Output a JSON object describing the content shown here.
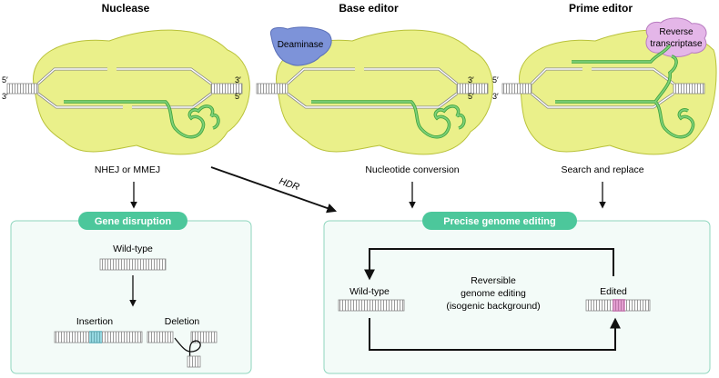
{
  "columns": {
    "nuclease": {
      "title": "Nuclease",
      "caption": "NHEJ or MMEJ"
    },
    "base_editor": {
      "title": "Base editor",
      "caption": "Nucleotide conversion",
      "enzyme": "Deaminase"
    },
    "prime_editor": {
      "title": "Prime editor",
      "caption": "Search and replace",
      "enzyme_line1": "Reverse",
      "enzyme_line2": "transcriptase"
    }
  },
  "dna_ends": {
    "five_prime": "5′",
    "three_prime": "3′"
  },
  "hdr_label": "HDR",
  "gene_disruption": {
    "title": "Gene disruption",
    "wildtype": "Wild-type",
    "insertion": "Insertion",
    "deletion": "Deletion"
  },
  "precise_editing": {
    "title": "Precise genome editing",
    "wildtype": "Wild-type",
    "edited": "Edited",
    "center_line1": "Reversible",
    "center_line2": "genome editing",
    "center_line3": "(isogenic background)"
  },
  "colors": {
    "blob": "#EAF08A",
    "blob_stroke": "#B9C23A",
    "guide": "#7ED07A",
    "guide_stroke": "#3FA43C",
    "deaminase": "#7D93D9",
    "rt": "#E4B6E8",
    "pill": "#4CC79B",
    "panel_fill": "#F3FBF8",
    "panel_stroke": "#8FD6BE",
    "insertion": "#3FB8C8",
    "edited": "#D05DB0"
  }
}
